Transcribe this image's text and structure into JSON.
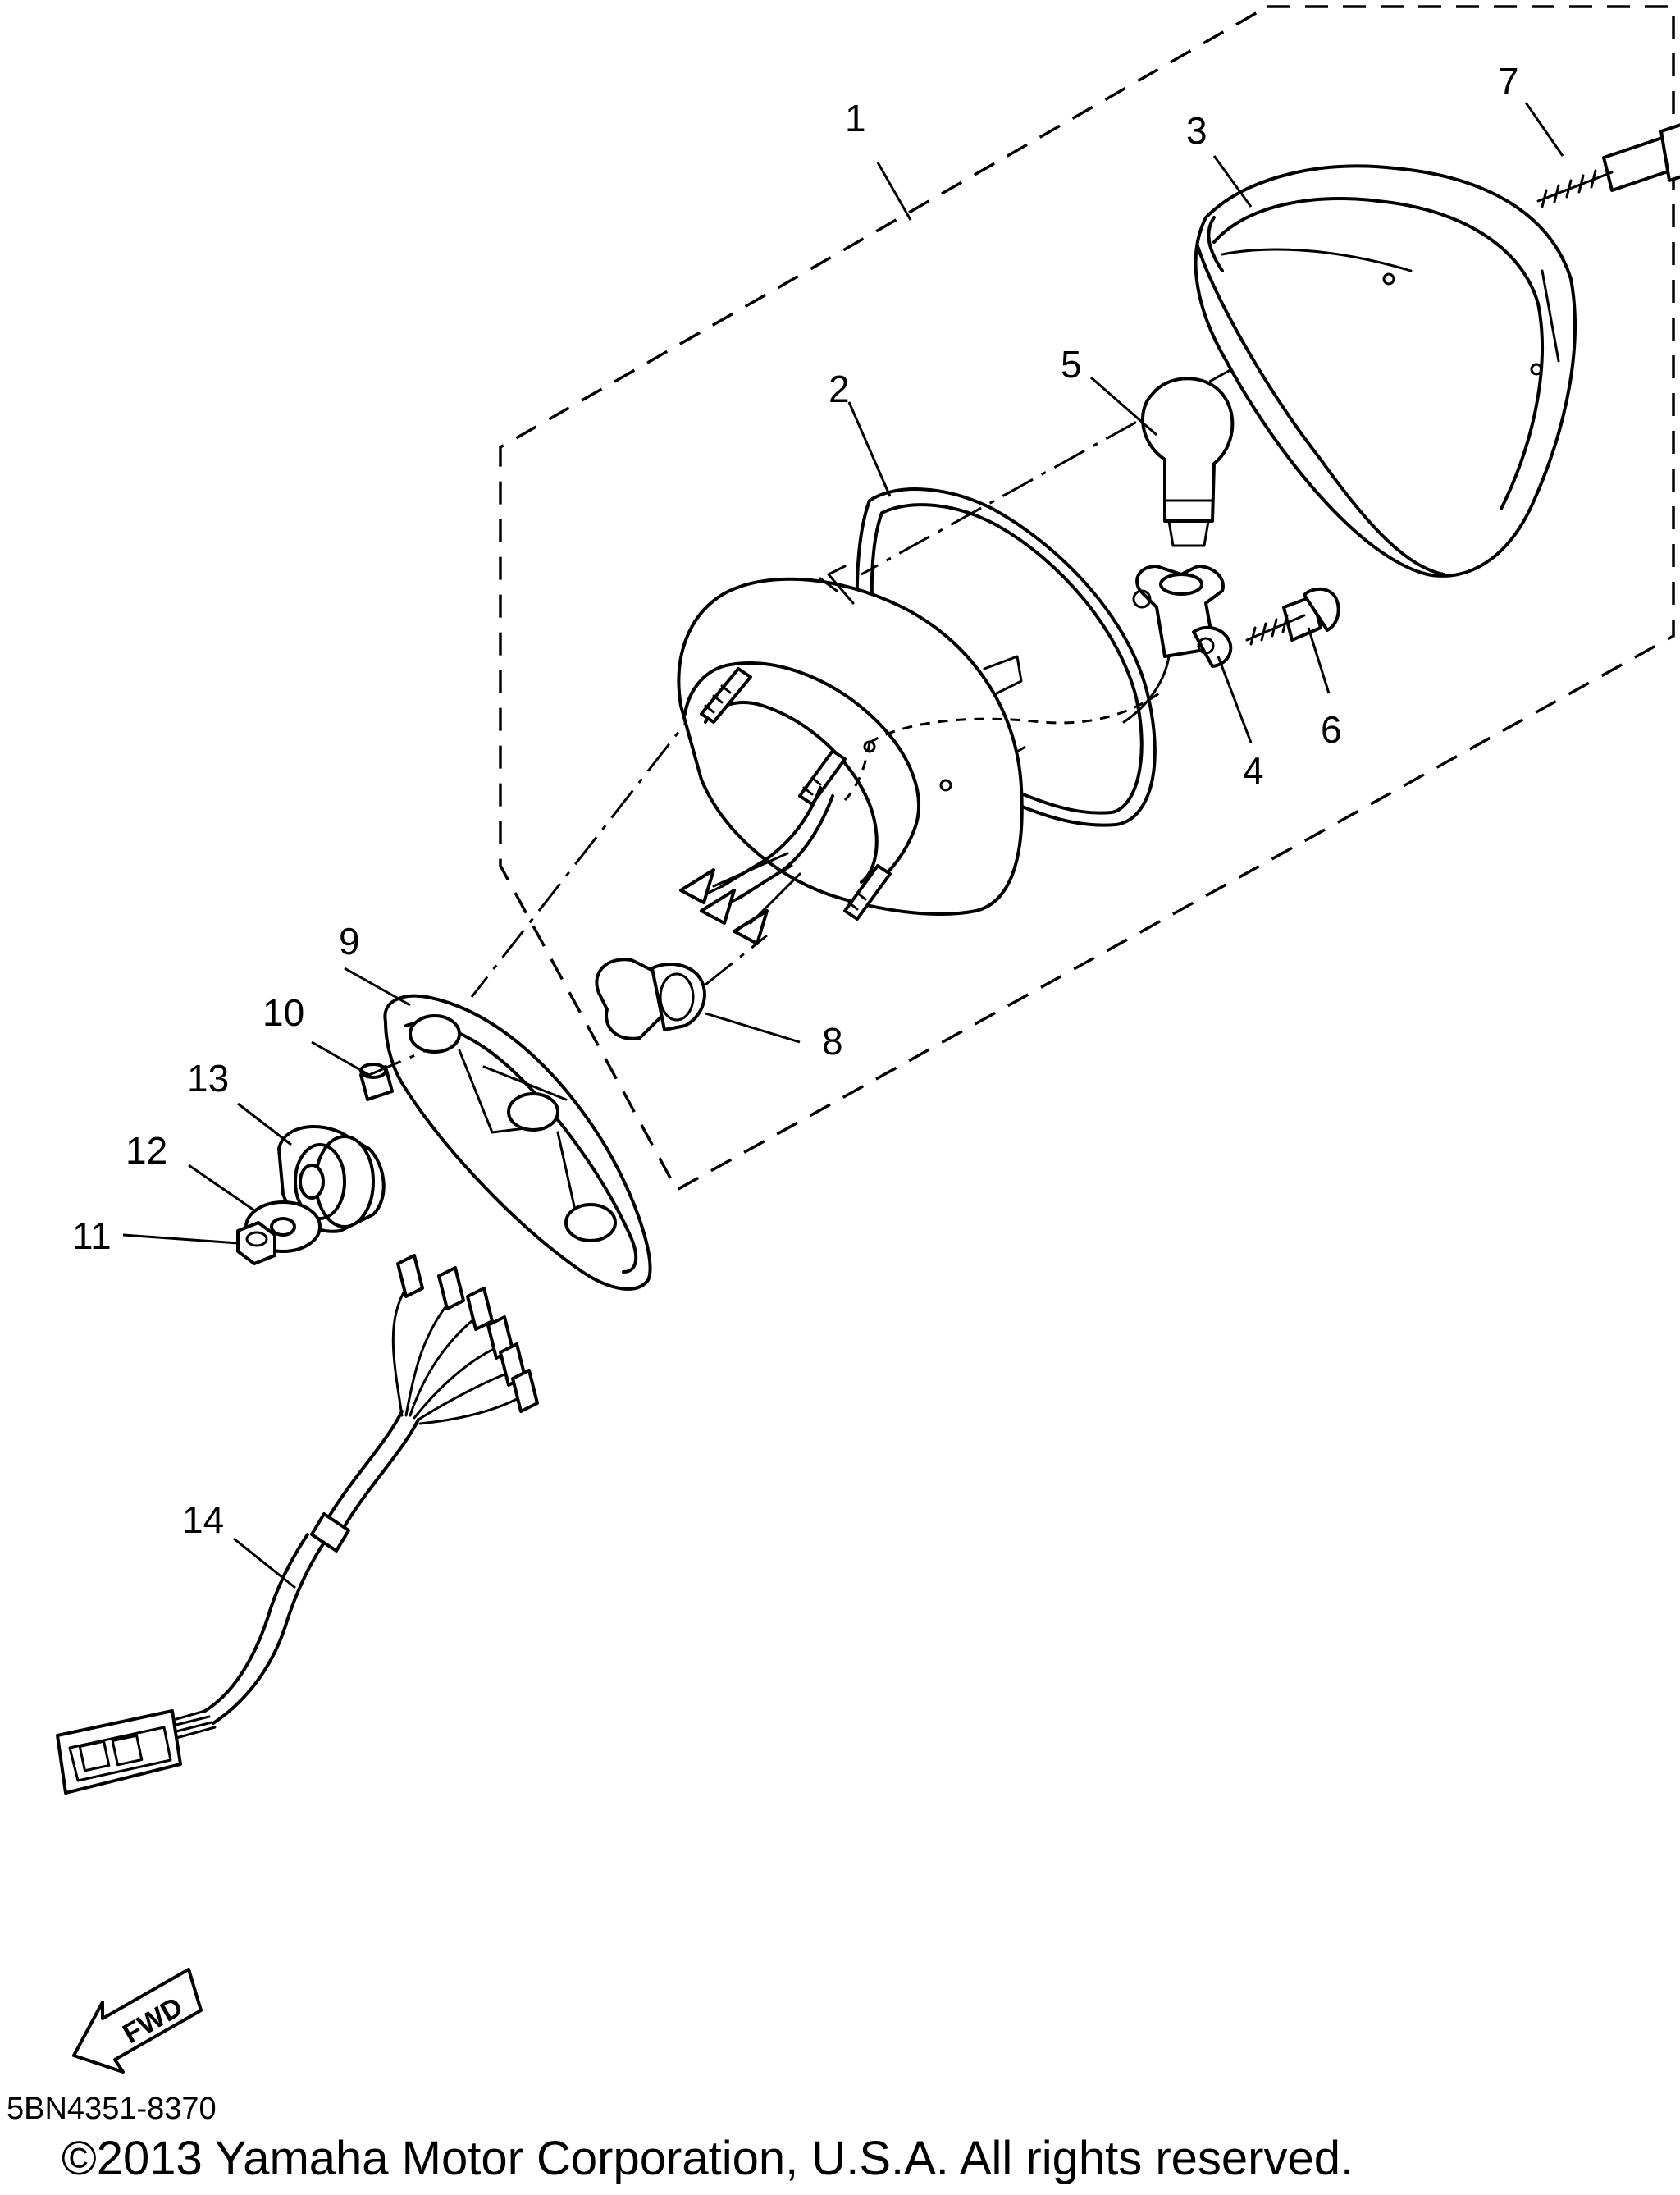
{
  "callouts": {
    "c1": "1",
    "c2": "2",
    "c3": "3",
    "c4": "4",
    "c5": "5",
    "c6": "6",
    "c7": "7",
    "c8": "8",
    "c9": "9",
    "c10": "10",
    "c11": "11",
    "c12": "12",
    "c13": "13",
    "c14": "14"
  },
  "fwd_label": "FWD",
  "diagram_code": "5BN4351-8370",
  "copyright": "©2013 Yamaha Motor Corporation, U.S.A. All rights reserved.",
  "colors": {
    "ink": "#000000",
    "paper": "#ffffff"
  }
}
